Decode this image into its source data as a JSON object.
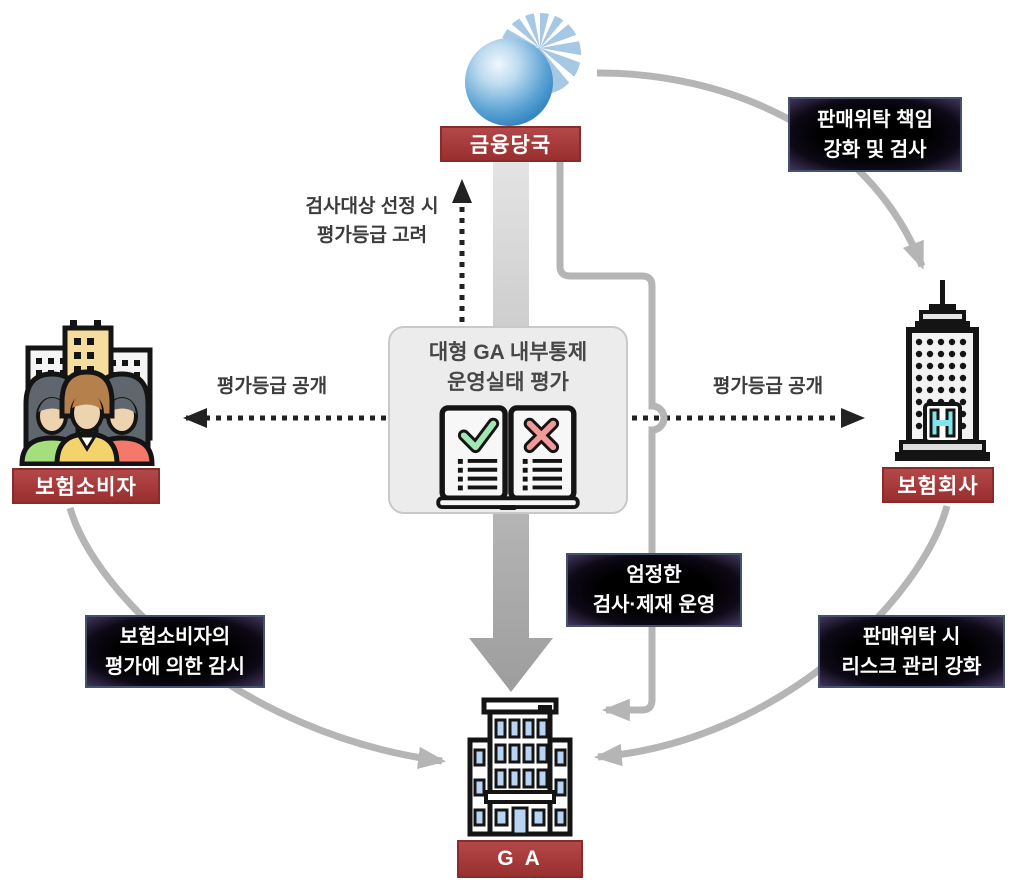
{
  "nodes": {
    "regulator": {
      "label": "금융당국",
      "icon": "globe-burst-icon"
    },
    "consumers": {
      "label": "보험소비자",
      "icon": "consumers-buildings-icon"
    },
    "insurer": {
      "label": "보험회사",
      "icon": "office-tower-icon"
    },
    "ga": {
      "label": "G A",
      "icon": "ga-building-icon"
    }
  },
  "center_panel": {
    "title_line1": "대형 GA 내부통제",
    "title_line2": "운영실태 평가",
    "icon": "open-book-check-x-icon"
  },
  "callouts": {
    "delegation": {
      "line1": "판매위탁 책임",
      "line2": "강화 및 검사"
    },
    "sanctions": {
      "line1": "엄정한",
      "line2": "검사·제재 운영"
    },
    "monitoring": {
      "line1": "보험소비자의",
      "line2": "평가에 의한 감시"
    },
    "risk": {
      "line1": "판매위탁 시",
      "line2": "리스크 관리 강화"
    }
  },
  "annotations": {
    "selection_line1": "검사대상 선정 시",
    "selection_line2": "평가등급 고려",
    "grade_left": "평가등급 공개",
    "grade_right": "평가등급 공개"
  },
  "colors": {
    "label_red": "#a93c3c",
    "label_red_border": "#8a2b2b",
    "callout_bg": "#000000",
    "callout_edge_purple": "#41355a",
    "callout_border": "#44526d",
    "arrow_gray": "#b5b5b5",
    "dotted_dark": "#222222",
    "panel_bg": "#ececec",
    "globe_blue": "#1769ab",
    "globe_light_blue": "#a6c8e4",
    "check_green": "#a2e6b4",
    "cross_pink": "#f19a9a",
    "window_blue": "#b8d4f2",
    "entrance_cyan": "#7fe5e8"
  }
}
